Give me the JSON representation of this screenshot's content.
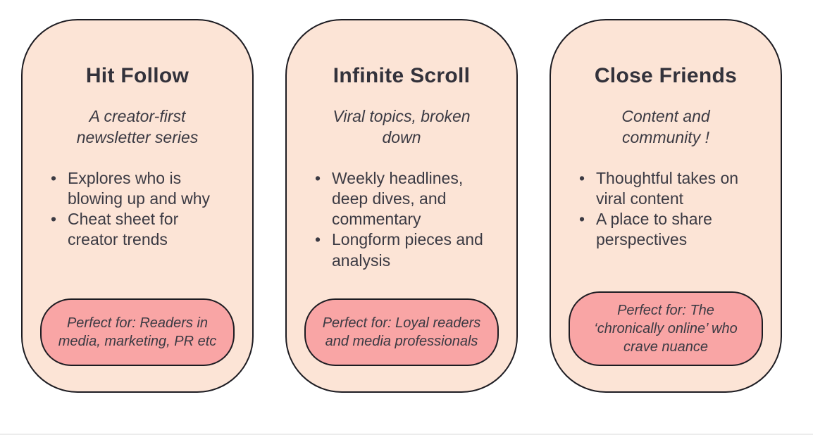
{
  "page": {
    "background": "#ffffff"
  },
  "colors": {
    "card_background": "#fce4d6",
    "pill_background": "#f9a5a5",
    "outline": "#1d1c22",
    "text": "#3b3a43"
  },
  "cards": [
    {
      "title": "Hit Follow",
      "subtitle": "A creator-first newsletter series",
      "bullets": [
        "Explores who is blowing up and why",
        "Cheat sheet for creator trends"
      ],
      "pill": "Perfect for: Readers in media, marketing, PR etc"
    },
    {
      "title": "Infinite Scroll",
      "subtitle": "Viral topics, broken down",
      "bullets": [
        "Weekly headlines, deep dives, and commentary",
        "Longform pieces and analysis"
      ],
      "pill": "Perfect for: Loyal readers and media professionals"
    },
    {
      "title": "Close Friends",
      "subtitle": "Content and community !",
      "bullets": [
        "Thoughtful takes on viral content",
        "A place to share perspectives"
      ],
      "pill": "Perfect for: The ‘chronically online’ who crave nuance"
    }
  ]
}
